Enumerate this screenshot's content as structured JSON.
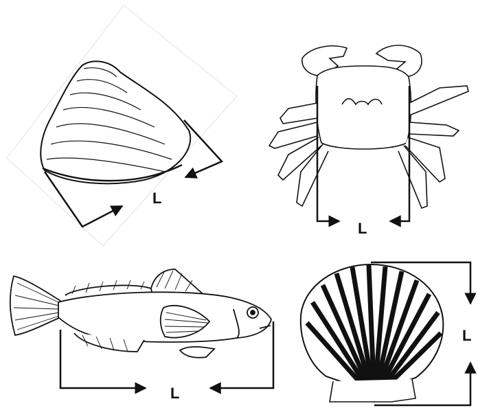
{
  "panels": [
    {
      "id": "clam",
      "icon": "clam-shell-icon",
      "label": "L"
    },
    {
      "id": "crab",
      "icon": "crab-icon",
      "label": "L"
    },
    {
      "id": "fish",
      "icon": "goby-fish-icon",
      "label": "L"
    },
    {
      "id": "scallop",
      "icon": "scallop-shell-icon",
      "label": "L"
    }
  ]
}
